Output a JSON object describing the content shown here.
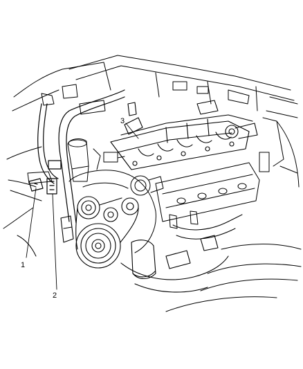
{
  "diagram": {
    "subject": "engine-compartment-line-drawing",
    "callouts": [
      {
        "label": "1"
      },
      {
        "label": "2"
      },
      {
        "label": "3"
      }
    ]
  },
  "colors": {
    "ink": "#000000",
    "paper": "#ffffff"
  }
}
